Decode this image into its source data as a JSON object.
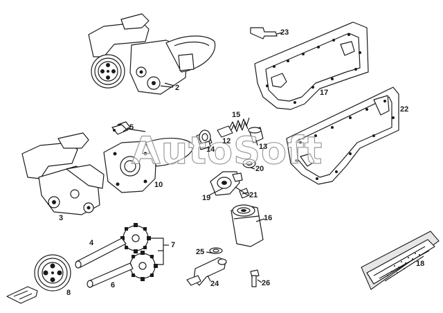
{
  "diagram": {
    "watermark": "AutoSoft",
    "callouts": [
      {
        "id": "c2",
        "text": "2"
      },
      {
        "id": "c3",
        "text": "3"
      },
      {
        "id": "c4",
        "text": "4"
      },
      {
        "id": "c5",
        "text": "5"
      },
      {
        "id": "c6",
        "text": "6"
      },
      {
        "id": "c7",
        "text": "7"
      },
      {
        "id": "c8",
        "text": "8"
      },
      {
        "id": "c10",
        "text": "10"
      },
      {
        "id": "c12",
        "text": "12"
      },
      {
        "id": "c13",
        "text": "13"
      },
      {
        "id": "c14",
        "text": "14"
      },
      {
        "id": "c15",
        "text": "15"
      },
      {
        "id": "c16",
        "text": "16"
      },
      {
        "id": "c17",
        "text": "17"
      },
      {
        "id": "c18",
        "text": "18"
      },
      {
        "id": "c19",
        "text": "19"
      },
      {
        "id": "c20",
        "text": "20"
      },
      {
        "id": "c21",
        "text": "21"
      },
      {
        "id": "c22",
        "text": "22"
      },
      {
        "id": "c23",
        "text": "23"
      },
      {
        "id": "c24",
        "text": "24"
      },
      {
        "id": "c25",
        "text": "25"
      },
      {
        "id": "c26",
        "text": "26"
      }
    ]
  }
}
